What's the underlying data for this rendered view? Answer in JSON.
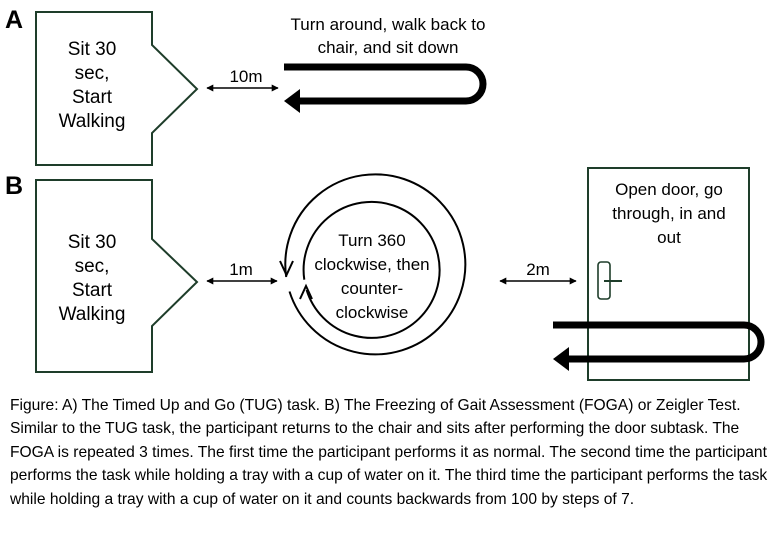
{
  "panel_a": {
    "letter": "A",
    "box_lines": [
      "Sit 30",
      "sec,",
      "Start",
      "Walking"
    ],
    "distance": "10m",
    "turn_lines": [
      "Turn around, walk back to",
      "chair, and sit down"
    ]
  },
  "panel_b": {
    "letter": "B",
    "box_lines": [
      "Sit 30",
      "sec,",
      "Start",
      "Walking"
    ],
    "distance_1": "1m",
    "circle_lines": [
      "Turn 360",
      "clockwise, then",
      "counter-",
      "clockwise"
    ],
    "distance_2": "2m",
    "door_lines": [
      "Open door, go",
      "through, in and",
      "out"
    ]
  },
  "caption": "Figure: A) The Timed Up and Go (TUG) task. B) The Freezing of Gait Assessment (FOGA) or Zeigler Test. Similar to the TUG task, the participant returns to the chair and sits after performing the door subtask. The FOGA is repeated 3 times. The first time the participant performs it as normal. The second time the participant performs the task while holding a tray with a cup of water on it. The third time the participant performs the task while holding a tray with a cup of water on it and counts backwards from 100 by steps of 7.",
  "colors": {
    "box_border": "#1e3d2a",
    "ink": "#000000"
  }
}
